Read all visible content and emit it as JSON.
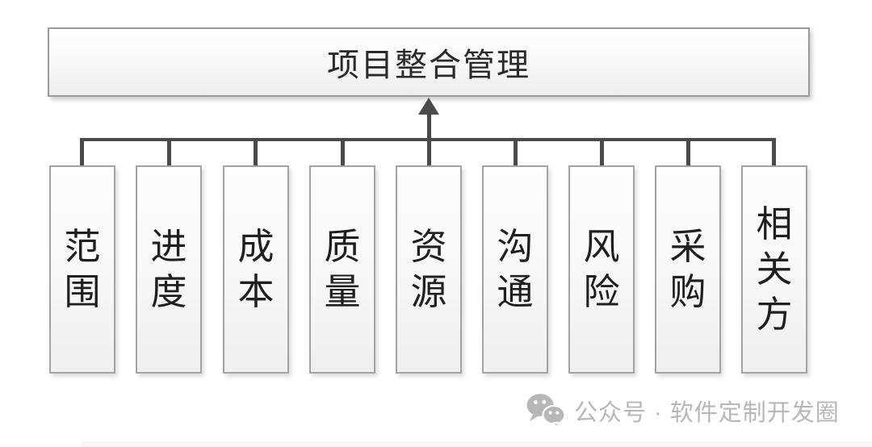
{
  "diagram": {
    "root": {
      "label": "项目整合管理"
    },
    "children": [
      {
        "label": "范围"
      },
      {
        "label": "进度"
      },
      {
        "label": "成本"
      },
      {
        "label": "质量"
      },
      {
        "label": "资源"
      },
      {
        "label": "沟通"
      },
      {
        "label": "风险"
      },
      {
        "label": "采购"
      },
      {
        "label": "相关方"
      }
    ]
  },
  "watermark": {
    "icon": "wechat-icon",
    "text": "公众号 · 软件定制开发圈"
  },
  "colors": {
    "connector_line": "#4a4a4a",
    "box_border": "#a3a3a3",
    "box_fill_top": "#ffffff",
    "box_fill_bottom": "#ededed",
    "title_text": "#2a2a2a",
    "child_text": "#1f1f1f",
    "watermark_text": "#b7b7b7",
    "background": "#ffffff"
  }
}
